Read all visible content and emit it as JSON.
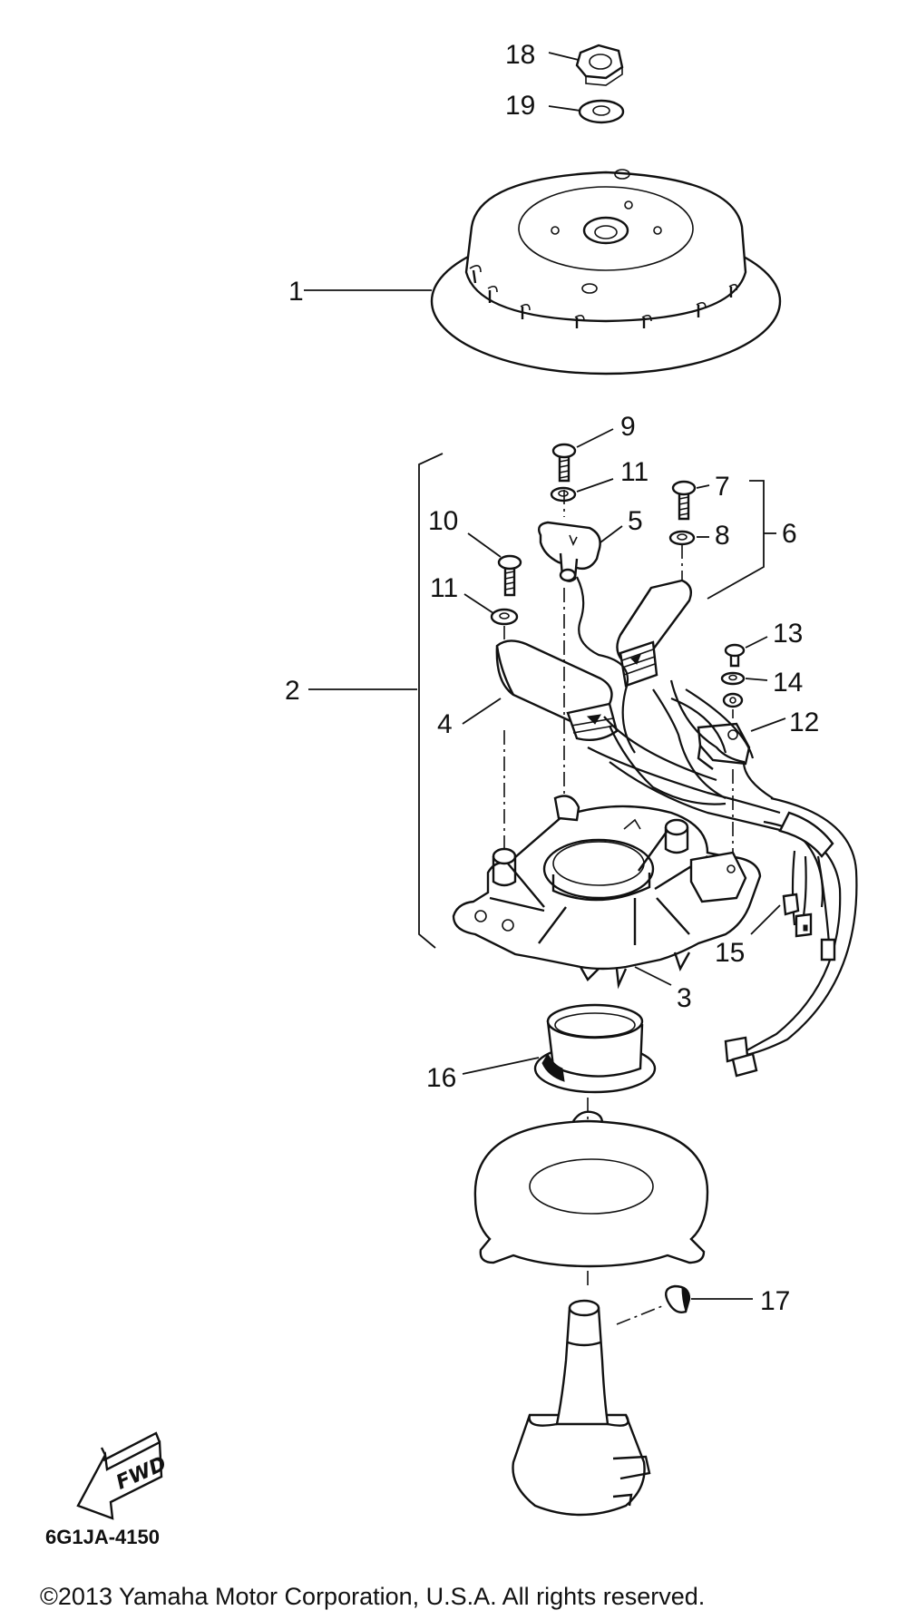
{
  "diagram": {
    "drawing_code": "6G1JA-4150",
    "copyright": "©2013 Yamaha Motor Corporation, U.S.A. All rights reserved.",
    "direction_badge": "FWD",
    "callouts": [
      {
        "id": "c1",
        "text": "1"
      },
      {
        "id": "c2",
        "text": "2"
      },
      {
        "id": "c3",
        "text": "3"
      },
      {
        "id": "c4",
        "text": "4"
      },
      {
        "id": "c5",
        "text": "5"
      },
      {
        "id": "c6",
        "text": "6"
      },
      {
        "id": "c7",
        "text": "7"
      },
      {
        "id": "c8",
        "text": "8"
      },
      {
        "id": "c9",
        "text": "9"
      },
      {
        "id": "c10",
        "text": "10"
      },
      {
        "id": "c11a",
        "text": "11"
      },
      {
        "id": "c11b",
        "text": "11"
      },
      {
        "id": "c12",
        "text": "12"
      },
      {
        "id": "c13",
        "text": "13"
      },
      {
        "id": "c14",
        "text": "14"
      },
      {
        "id": "c15",
        "text": "15"
      },
      {
        "id": "c16",
        "text": "16"
      },
      {
        "id": "c17",
        "text": "17"
      },
      {
        "id": "c18",
        "text": "18"
      },
      {
        "id": "c19",
        "text": "19"
      }
    ],
    "icons": [
      "hex-nut-icon",
      "washer-icon",
      "flywheel-icon",
      "stator-base-icon",
      "charge-coil-icon",
      "pulser-coil-icon",
      "ignition-coil-icon",
      "screw-icon",
      "wire-harness-icon",
      "collar-icon",
      "gasket-plate-icon",
      "crankshaft-icon",
      "woodruff-key-icon",
      "fwd-arrow-icon"
    ]
  }
}
